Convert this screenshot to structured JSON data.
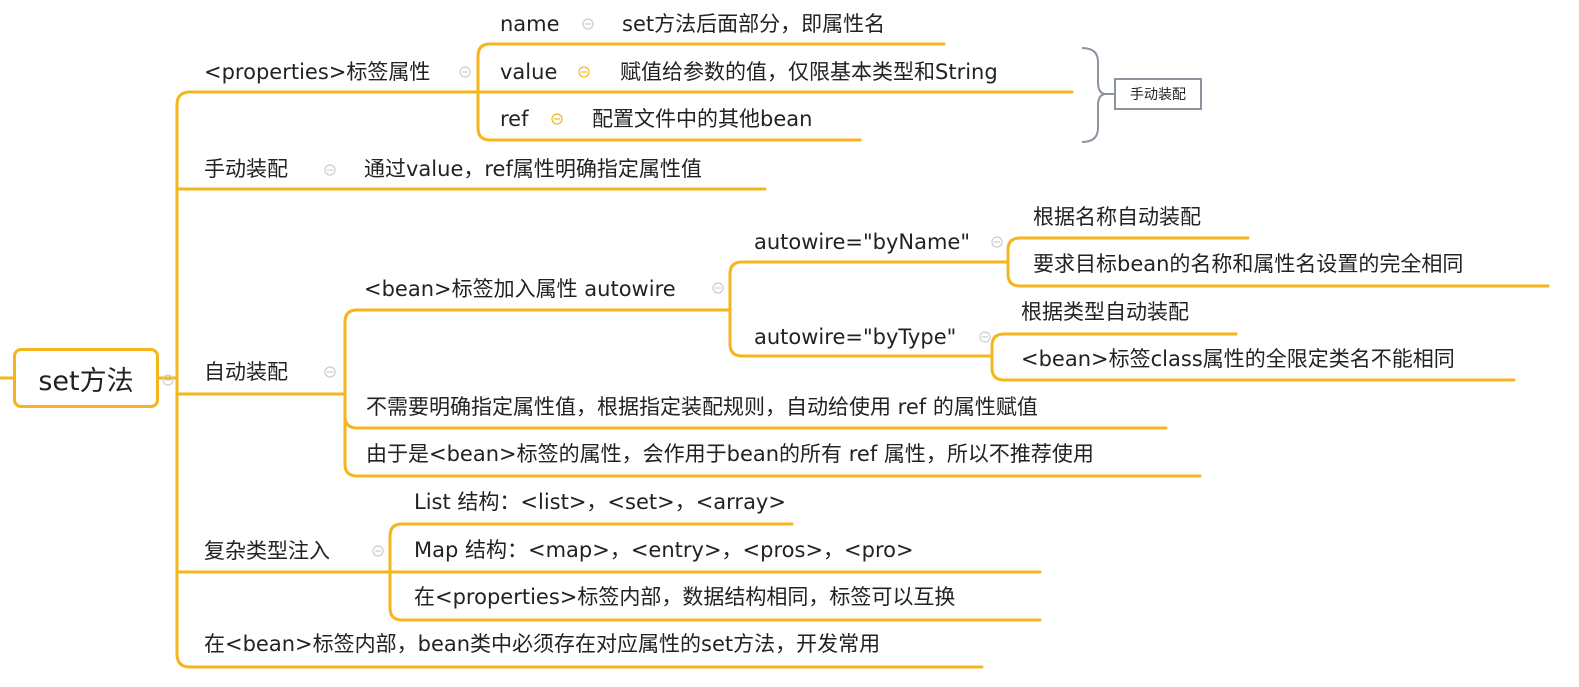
{
  "root": {
    "label": "set方法"
  },
  "branches": {
    "properties": {
      "label": "<properties>标签属性",
      "children": {
        "name": {
          "label": "name",
          "note": "set方法后面部分，即属性名"
        },
        "value": {
          "label": "value",
          "note": "赋值给参数的值，仅限基本类型和String"
        },
        "ref": {
          "label": "ref",
          "note": "配置文件中的其他bean"
        }
      },
      "summary": "手动装配"
    },
    "manual": {
      "label": "手动装配",
      "note": "通过value，ref属性明确指定属性值"
    },
    "auto": {
      "label": "自动装配",
      "bean_autowire": {
        "label": "<bean>标签加入属性 autowire",
        "byName": {
          "label": "autowire=\"byName\"",
          "items": [
            "根据名称自动装配",
            "要求目标bean的名称和属性名设置的完全相同"
          ]
        },
        "byType": {
          "label": "autowire=\"byType\"",
          "items": [
            "根据类型自动装配",
            "<bean>标签class属性的全限定类名不能相同"
          ]
        }
      },
      "items": [
        "不需要明确指定属性值，根据指定装配规则，自动给使用 ref 的属性赋值",
        "由于是<bean>标签的属性，会作用于bean的所有 ref 属性，所以不推荐使用"
      ]
    },
    "complex": {
      "label": "复杂类型注入",
      "items": [
        "List 结构：<list>，<set>，<array>",
        "Map 结构：<map>，<entry>，<pros>，<pro>",
        "在<properties>标签内部，数据结构相同，标签可以互换"
      ]
    },
    "inner": {
      "label": "在<bean>标签内部，bean类中必须存在对应属性的set方法，开发常用"
    }
  },
  "colors": {
    "line": "#F5B51D",
    "bracket": "#8a949e",
    "text": "#222222"
  }
}
